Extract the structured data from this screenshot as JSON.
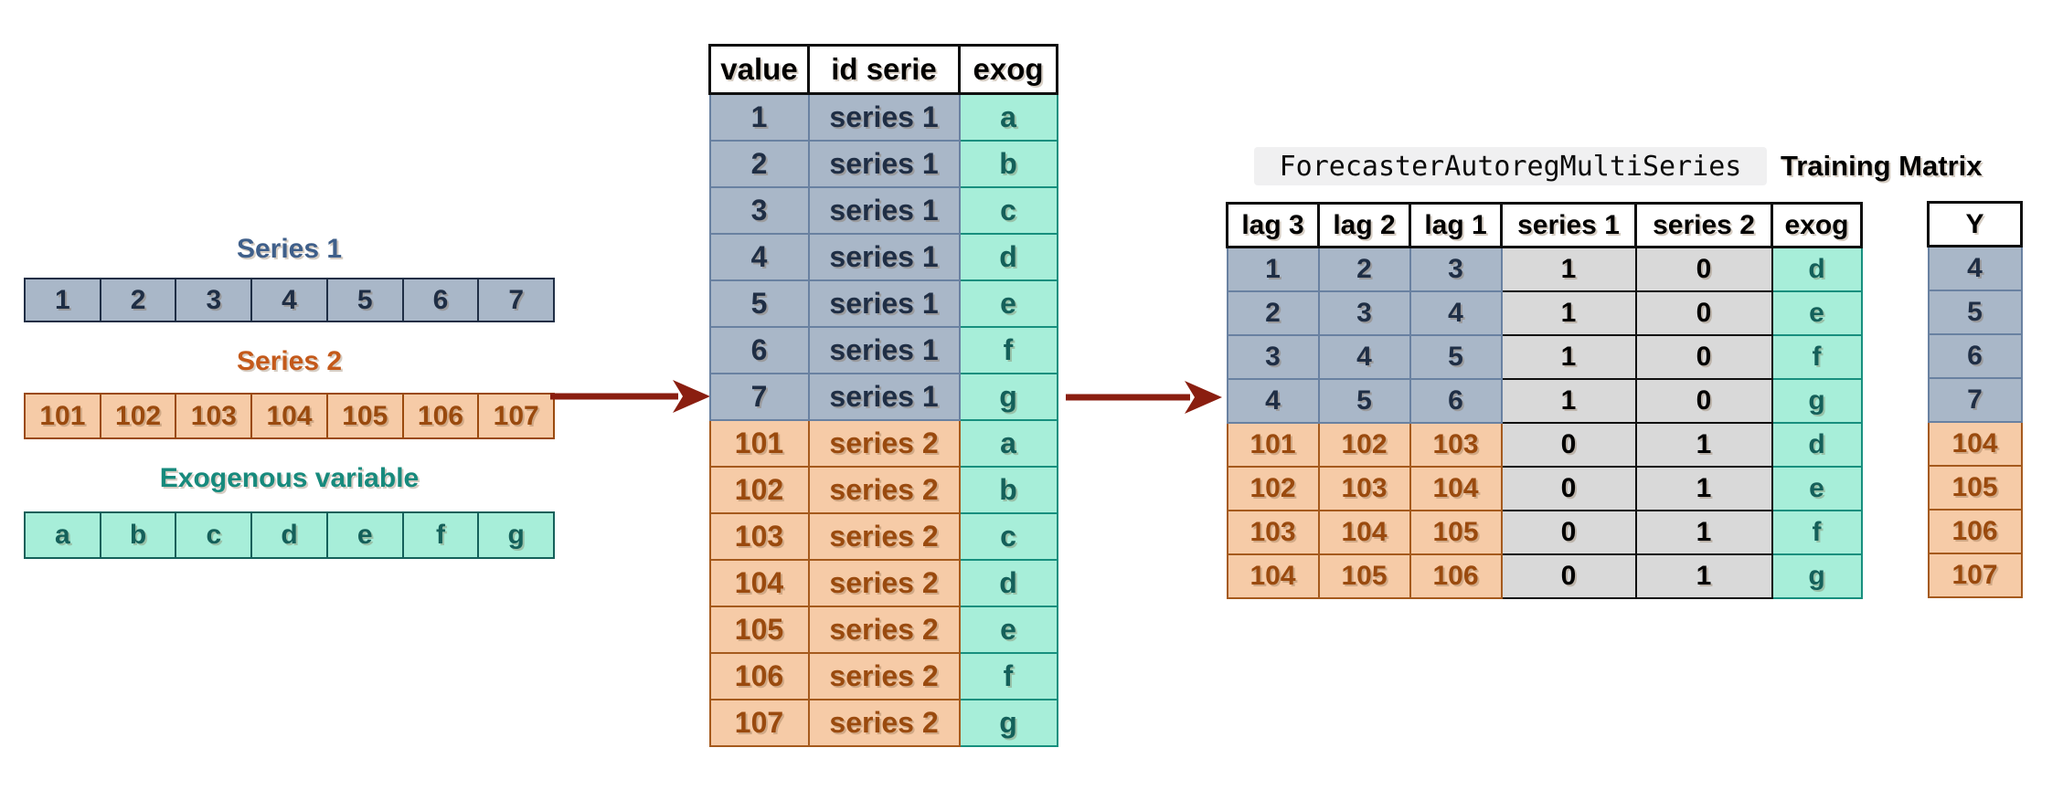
{
  "left_panel": {
    "series1": {
      "title": "Series 1",
      "cells": [
        "1",
        "2",
        "3",
        "4",
        "5",
        "6",
        "7"
      ]
    },
    "series2": {
      "title": "Series 2",
      "cells": [
        "101",
        "102",
        "103",
        "104",
        "105",
        "106",
        "107"
      ]
    },
    "exog": {
      "title": "Exogenous variable",
      "cells": [
        "a",
        "b",
        "c",
        "d",
        "e",
        "f",
        "g"
      ]
    }
  },
  "long_table": {
    "headers": [
      "value",
      "id serie",
      "exog"
    ],
    "rows": [
      {
        "value": "1",
        "id_serie": "series 1",
        "exog": "a",
        "series": 1
      },
      {
        "value": "2",
        "id_serie": "series 1",
        "exog": "b",
        "series": 1
      },
      {
        "value": "3",
        "id_serie": "series 1",
        "exog": "c",
        "series": 1
      },
      {
        "value": "4",
        "id_serie": "series 1",
        "exog": "d",
        "series": 1
      },
      {
        "value": "5",
        "id_serie": "series 1",
        "exog": "e",
        "series": 1
      },
      {
        "value": "6",
        "id_serie": "series 1",
        "exog": "f",
        "series": 1
      },
      {
        "value": "7",
        "id_serie": "series 1",
        "exog": "g",
        "series": 1
      },
      {
        "value": "101",
        "id_serie": "series 2",
        "exog": "a",
        "series": 2
      },
      {
        "value": "102",
        "id_serie": "series 2",
        "exog": "b",
        "series": 2
      },
      {
        "value": "103",
        "id_serie": "series 2",
        "exog": "c",
        "series": 2
      },
      {
        "value": "104",
        "id_serie": "series 2",
        "exog": "d",
        "series": 2
      },
      {
        "value": "105",
        "id_serie": "series 2",
        "exog": "e",
        "series": 2
      },
      {
        "value": "106",
        "id_serie": "series 2",
        "exog": "f",
        "series": 2
      },
      {
        "value": "107",
        "id_serie": "series 2",
        "exog": "g",
        "series": 2
      }
    ]
  },
  "training": {
    "code_label": "ForecasterAutoregMultiSeries",
    "title": "Training Matrix",
    "headers": [
      "lag 3",
      "lag 2",
      "lag 1",
      "series 1",
      "series 2",
      "exog"
    ],
    "rows": [
      {
        "lags": [
          "1",
          "2",
          "3"
        ],
        "onehot": [
          "1",
          "0"
        ],
        "exog": "d",
        "series": 1
      },
      {
        "lags": [
          "2",
          "3",
          "4"
        ],
        "onehot": [
          "1",
          "0"
        ],
        "exog": "e",
        "series": 1
      },
      {
        "lags": [
          "3",
          "4",
          "5"
        ],
        "onehot": [
          "1",
          "0"
        ],
        "exog": "f",
        "series": 1
      },
      {
        "lags": [
          "4",
          "5",
          "6"
        ],
        "onehot": [
          "1",
          "0"
        ],
        "exog": "g",
        "series": 1
      },
      {
        "lags": [
          "101",
          "102",
          "103"
        ],
        "onehot": [
          "0",
          "1"
        ],
        "exog": "d",
        "series": 2
      },
      {
        "lags": [
          "102",
          "103",
          "104"
        ],
        "onehot": [
          "0",
          "1"
        ],
        "exog": "e",
        "series": 2
      },
      {
        "lags": [
          "103",
          "104",
          "105"
        ],
        "onehot": [
          "0",
          "1"
        ],
        "exog": "f",
        "series": 2
      },
      {
        "lags": [
          "104",
          "105",
          "106"
        ],
        "onehot": [
          "0",
          "1"
        ],
        "exog": "g",
        "series": 2
      }
    ]
  },
  "y_table": {
    "header": "Y",
    "rows": [
      {
        "value": "4",
        "series": 1
      },
      {
        "value": "5",
        "series": 1
      },
      {
        "value": "6",
        "series": 1
      },
      {
        "value": "7",
        "series": 1
      },
      {
        "value": "104",
        "series": 2
      },
      {
        "value": "105",
        "series": 2
      },
      {
        "value": "106",
        "series": 2
      },
      {
        "value": "107",
        "series": 2
      }
    ]
  },
  "colors": {
    "series1_fill": "#a9b7c8",
    "series1_border": "#6981a1",
    "series1_text": "#1f2e45",
    "series1_title": "#3f5f8a",
    "series2_fill": "#f6cba7",
    "series2_border": "#a55a1d",
    "series2_text": "#9a4a0e",
    "series2_title": "#c4591a",
    "exog_fill": "#a7eed9",
    "exog_border": "#178f7e",
    "exog_text": "#14605a",
    "exog_title": "#178a7d",
    "dummy_fill": "#d9d9d9",
    "header_fill": "#ffffff",
    "arrow": "#8a1e10",
    "code_chip_bg": "#f0f0f1"
  }
}
